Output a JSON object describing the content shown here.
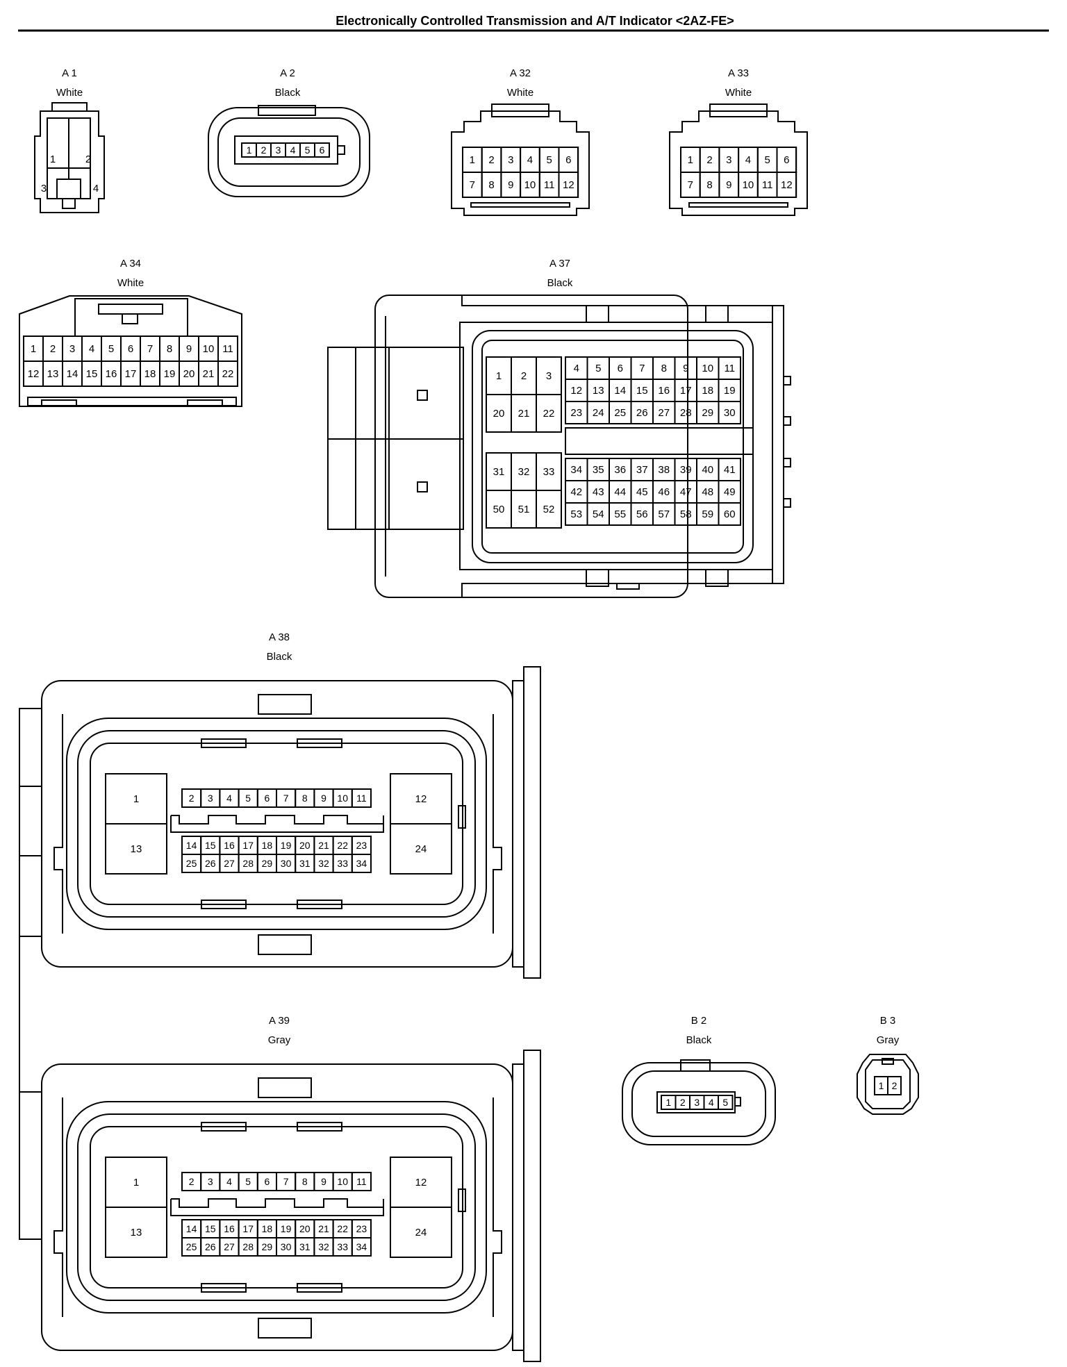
{
  "title": "Electronically Controlled Transmission and A/T Indicator <2AZ-FE>",
  "connectors": {
    "a1": {
      "id": "A 1",
      "color": "White"
    },
    "a2": {
      "id": "A 2",
      "color": "Black"
    },
    "a32": {
      "id": "A 32",
      "color": "White"
    },
    "a33": {
      "id": "A 33",
      "color": "White"
    },
    "a34": {
      "id": "A 34",
      "color": "White"
    },
    "a37": {
      "id": "A 37",
      "color": "Black"
    },
    "a38": {
      "id": "A 38",
      "color": "Black"
    },
    "a39": {
      "id": "A 39",
      "color": "Gray"
    },
    "b2": {
      "id": "B 2",
      "color": "Black"
    },
    "b3": {
      "id": "B 3",
      "color": "Gray"
    }
  }
}
